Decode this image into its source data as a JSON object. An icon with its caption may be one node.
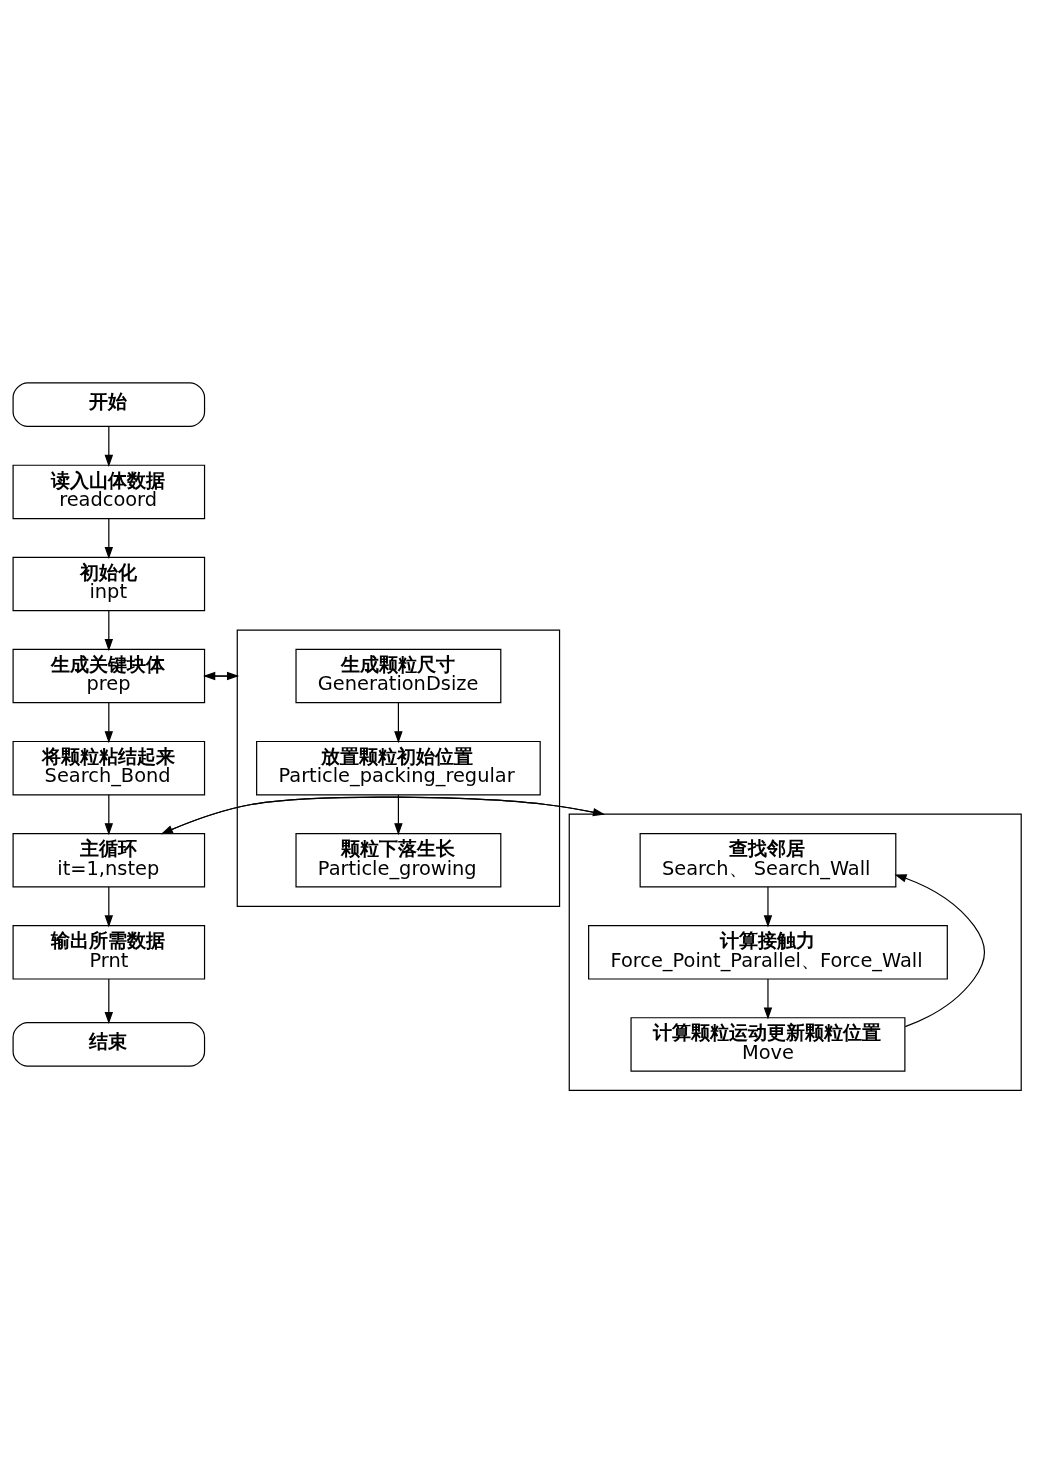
{
  "diagram": {
    "nodes": [
      {
        "text": [
          "开始"
        ]
      },
      {
        "text": [
          "读入山体数据",
          "readcoord"
        ]
      },
      {
        "text": [
          "初始化",
          "inpt"
        ]
      },
      {
        "text": [
          "生成关键块体",
          "prep"
        ]
      },
      {
        "text": [],
        "shape": "box"
      },
      {
        "text": [
          "生成颗粒尺寸",
          "GenerationDsize"
        ],
        "in": 4
      },
      {
        "text": [
          "放置颗粒初始位置",
          "Particle_packing_regular"
        ],
        "in": 4
      },
      {
        "text": [
          "颗粒下落生长",
          "Particle_growing"
        ],
        "in": 4
      },
      {
        "text": [
          "将颗粒粘结起来",
          "Search_Bond"
        ]
      },
      {
        "text": [
          "主循环",
          "it=1,nstep"
        ]
      },
      {
        "text": [],
        "shape": "box"
      },
      {
        "text": [
          "查找邻居",
          "Search、 Search_Wall"
        ],
        "in": 10
      },
      {
        "text": [
          "计算接触力",
          "Force_Point_Parallel、Force_Wall"
        ],
        "in": 10
      },
      {
        "text": [
          "计算颗粒运动更新颗粒位置",
          "Move"
        ],
        "in": 10
      },
      {
        "text": [
          "输出所需数据",
          "Prnt"
        ]
      },
      {
        "text": [
          "结束"
        ]
      }
    ],
    "edges": [
      {
        "from": 0,
        "to": 1,
        "arrow": "to"
      },
      {
        "from": 1,
        "to": 2,
        "arrow": "to"
      },
      {
        "from": 2,
        "to": 3,
        "arrow": "to"
      },
      {
        "from": 3,
        "to": 4,
        "arrow": "to"
      },
      {
        "from": 4,
        "to": 3,
        "arrow": "to"
      },
      {
        "from": 5,
        "to": 6,
        "arrow": "to"
      },
      {
        "from": 6,
        "to": 7,
        "arrow": "to"
      },
      {
        "from": 3,
        "to": 8,
        "arrow": "to"
      },
      {
        "from": 8,
        "to": 9,
        "arrow": "to"
      },
      {
        "from": 9,
        "to": 10,
        "arrow": "to"
      },
      {
        "from": 10,
        "to": 9,
        "arrow": "to"
      },
      {
        "from": 11,
        "to": 12,
        "arrow": "to"
      },
      {
        "from": 12,
        "to": 13,
        "arrow": "to"
      },
      {
        "from": 13,
        "to": 11,
        "arrow": "to"
      },
      {
        "from": 9,
        "to": 14,
        "arrow": "to"
      },
      {
        "from": 14,
        "to": 15,
        "arrow": "to"
      }
    ]
  }
}
